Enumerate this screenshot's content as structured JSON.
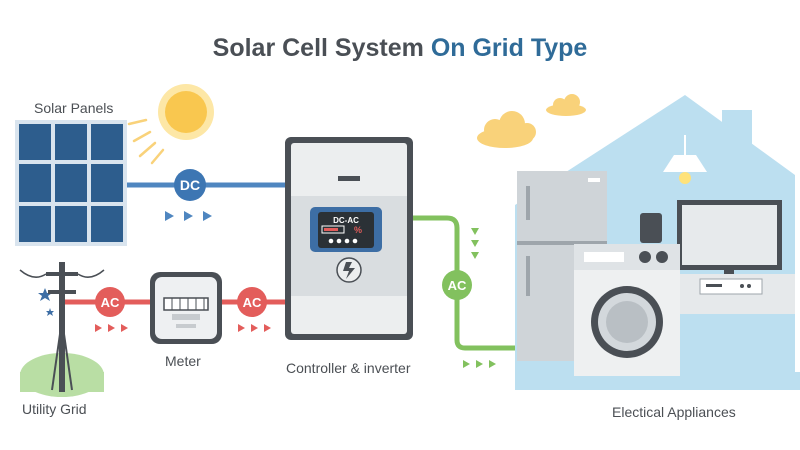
{
  "title": {
    "part1": "Solar Cell System",
    "part2": "On Grid Type"
  },
  "labels": {
    "solar_panels": "Solar Panels",
    "utility_grid": "Utility Grid",
    "meter": "Meter",
    "controller": "Controller & inverter",
    "appliances": "Electical Appliances"
  },
  "badges": {
    "dc": "DC",
    "ac_grid": "AC",
    "ac_meter": "AC",
    "ac_out": "AC"
  },
  "inverter_screen": {
    "mode": "DC-AC",
    "unit": "%"
  },
  "colors": {
    "title_dark": "#4a4f55",
    "title_accent": "#2f6b98",
    "dc_line": "#4f86c0",
    "ac_red": "#e35d5b",
    "ac_green": "#82c15e",
    "house": "#bcdff0"
  },
  "icons": [
    "sun-icon",
    "moon-icon",
    "star-icon",
    "cloud-icon",
    "lightning-icon",
    "lamp-icon"
  ]
}
